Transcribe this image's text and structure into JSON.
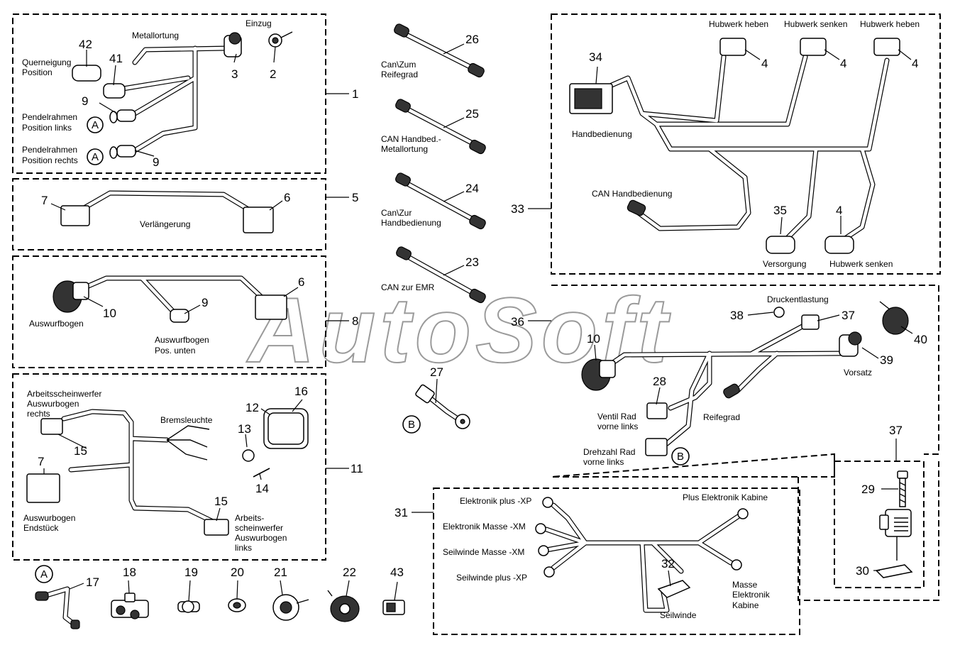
{
  "watermark": "AutoSoft",
  "groups": [
    {
      "id": "g1",
      "number": "1",
      "labels": [
        "Metallortung",
        "Einzug",
        "Querneigung",
        "Position",
        "Pendelrahmen",
        "Position links",
        "Pendelrahmen",
        "Position rechts"
      ],
      "parts": [
        "42",
        "41",
        "3",
        "2",
        "9",
        "9"
      ],
      "callouts": [
        "A",
        "A"
      ]
    },
    {
      "id": "g5",
      "number": "5",
      "labels": [
        "Verlängerung"
      ],
      "parts": [
        "7",
        "6"
      ]
    },
    {
      "id": "g8",
      "number": "8",
      "labels": [
        "Auswurfbogen",
        "Auswurfbogen",
        "Pos. unten"
      ],
      "parts": [
        "10",
        "9",
        "6"
      ]
    },
    {
      "id": "g11",
      "number": "11",
      "labels": [
        "Arbeitsscheinwerfer",
        "Auswurbogen",
        "rechts",
        "Bremsleuchte",
        "Auswurbogen",
        "Endstück",
        "Arbeits-",
        "scheinwerfer",
        "Auswurbogen",
        "links"
      ],
      "parts": [
        "16",
        "12",
        "13",
        "14",
        "15",
        "7",
        "15"
      ]
    },
    {
      "id": "cables",
      "labels": [
        "Can\\Zum",
        "Reifegrad",
        "CAN Handbed.-",
        "Metallortung",
        "Can\\Zur",
        "Handbedienung",
        "CAN zur EMR"
      ],
      "parts": [
        "26",
        "25",
        "24",
        "23",
        "27"
      ],
      "callouts": [
        "B"
      ]
    },
    {
      "id": "g33",
      "number": "33",
      "labels": [
        "Hubwerk heben",
        "Hubwerk senken",
        "Hubwerk heben",
        "Handbedienung",
        "CAN Handbedienung",
        "Versorgung",
        "Hubwerk senken"
      ],
      "parts": [
        "4",
        "4",
        "4",
        "34",
        "35",
        "4"
      ]
    },
    {
      "id": "g36",
      "number": "36",
      "labels": [
        "Druckentlastung",
        "Vorsatz",
        "Ventil Rad",
        "vorne links",
        "Reifegrad",
        "Drehzahl Rad",
        "vorne links"
      ],
      "parts": [
        "38",
        "37",
        "40",
        "10",
        "39",
        "28"
      ],
      "callouts": [
        "B"
      ]
    },
    {
      "id": "g37",
      "number": "37",
      "parts": [
        "29",
        "30"
      ]
    },
    {
      "id": "g31",
      "number": "31",
      "labels": [
        "Elektronik plus -XP",
        "Elektronik Masse -XM",
        "Seilwinde Masse -XM",
        "Seilwinde plus -XP",
        "Plus Elektronik Kabine",
        "Masse",
        "Elektronik",
        "Kabine",
        "Seilwinde"
      ],
      "parts": [
        "32"
      ]
    },
    {
      "id": "loose",
      "parts": [
        "17",
        "18",
        "19",
        "20",
        "21",
        "22",
        "43"
      ],
      "callouts": [
        "A"
      ]
    }
  ]
}
